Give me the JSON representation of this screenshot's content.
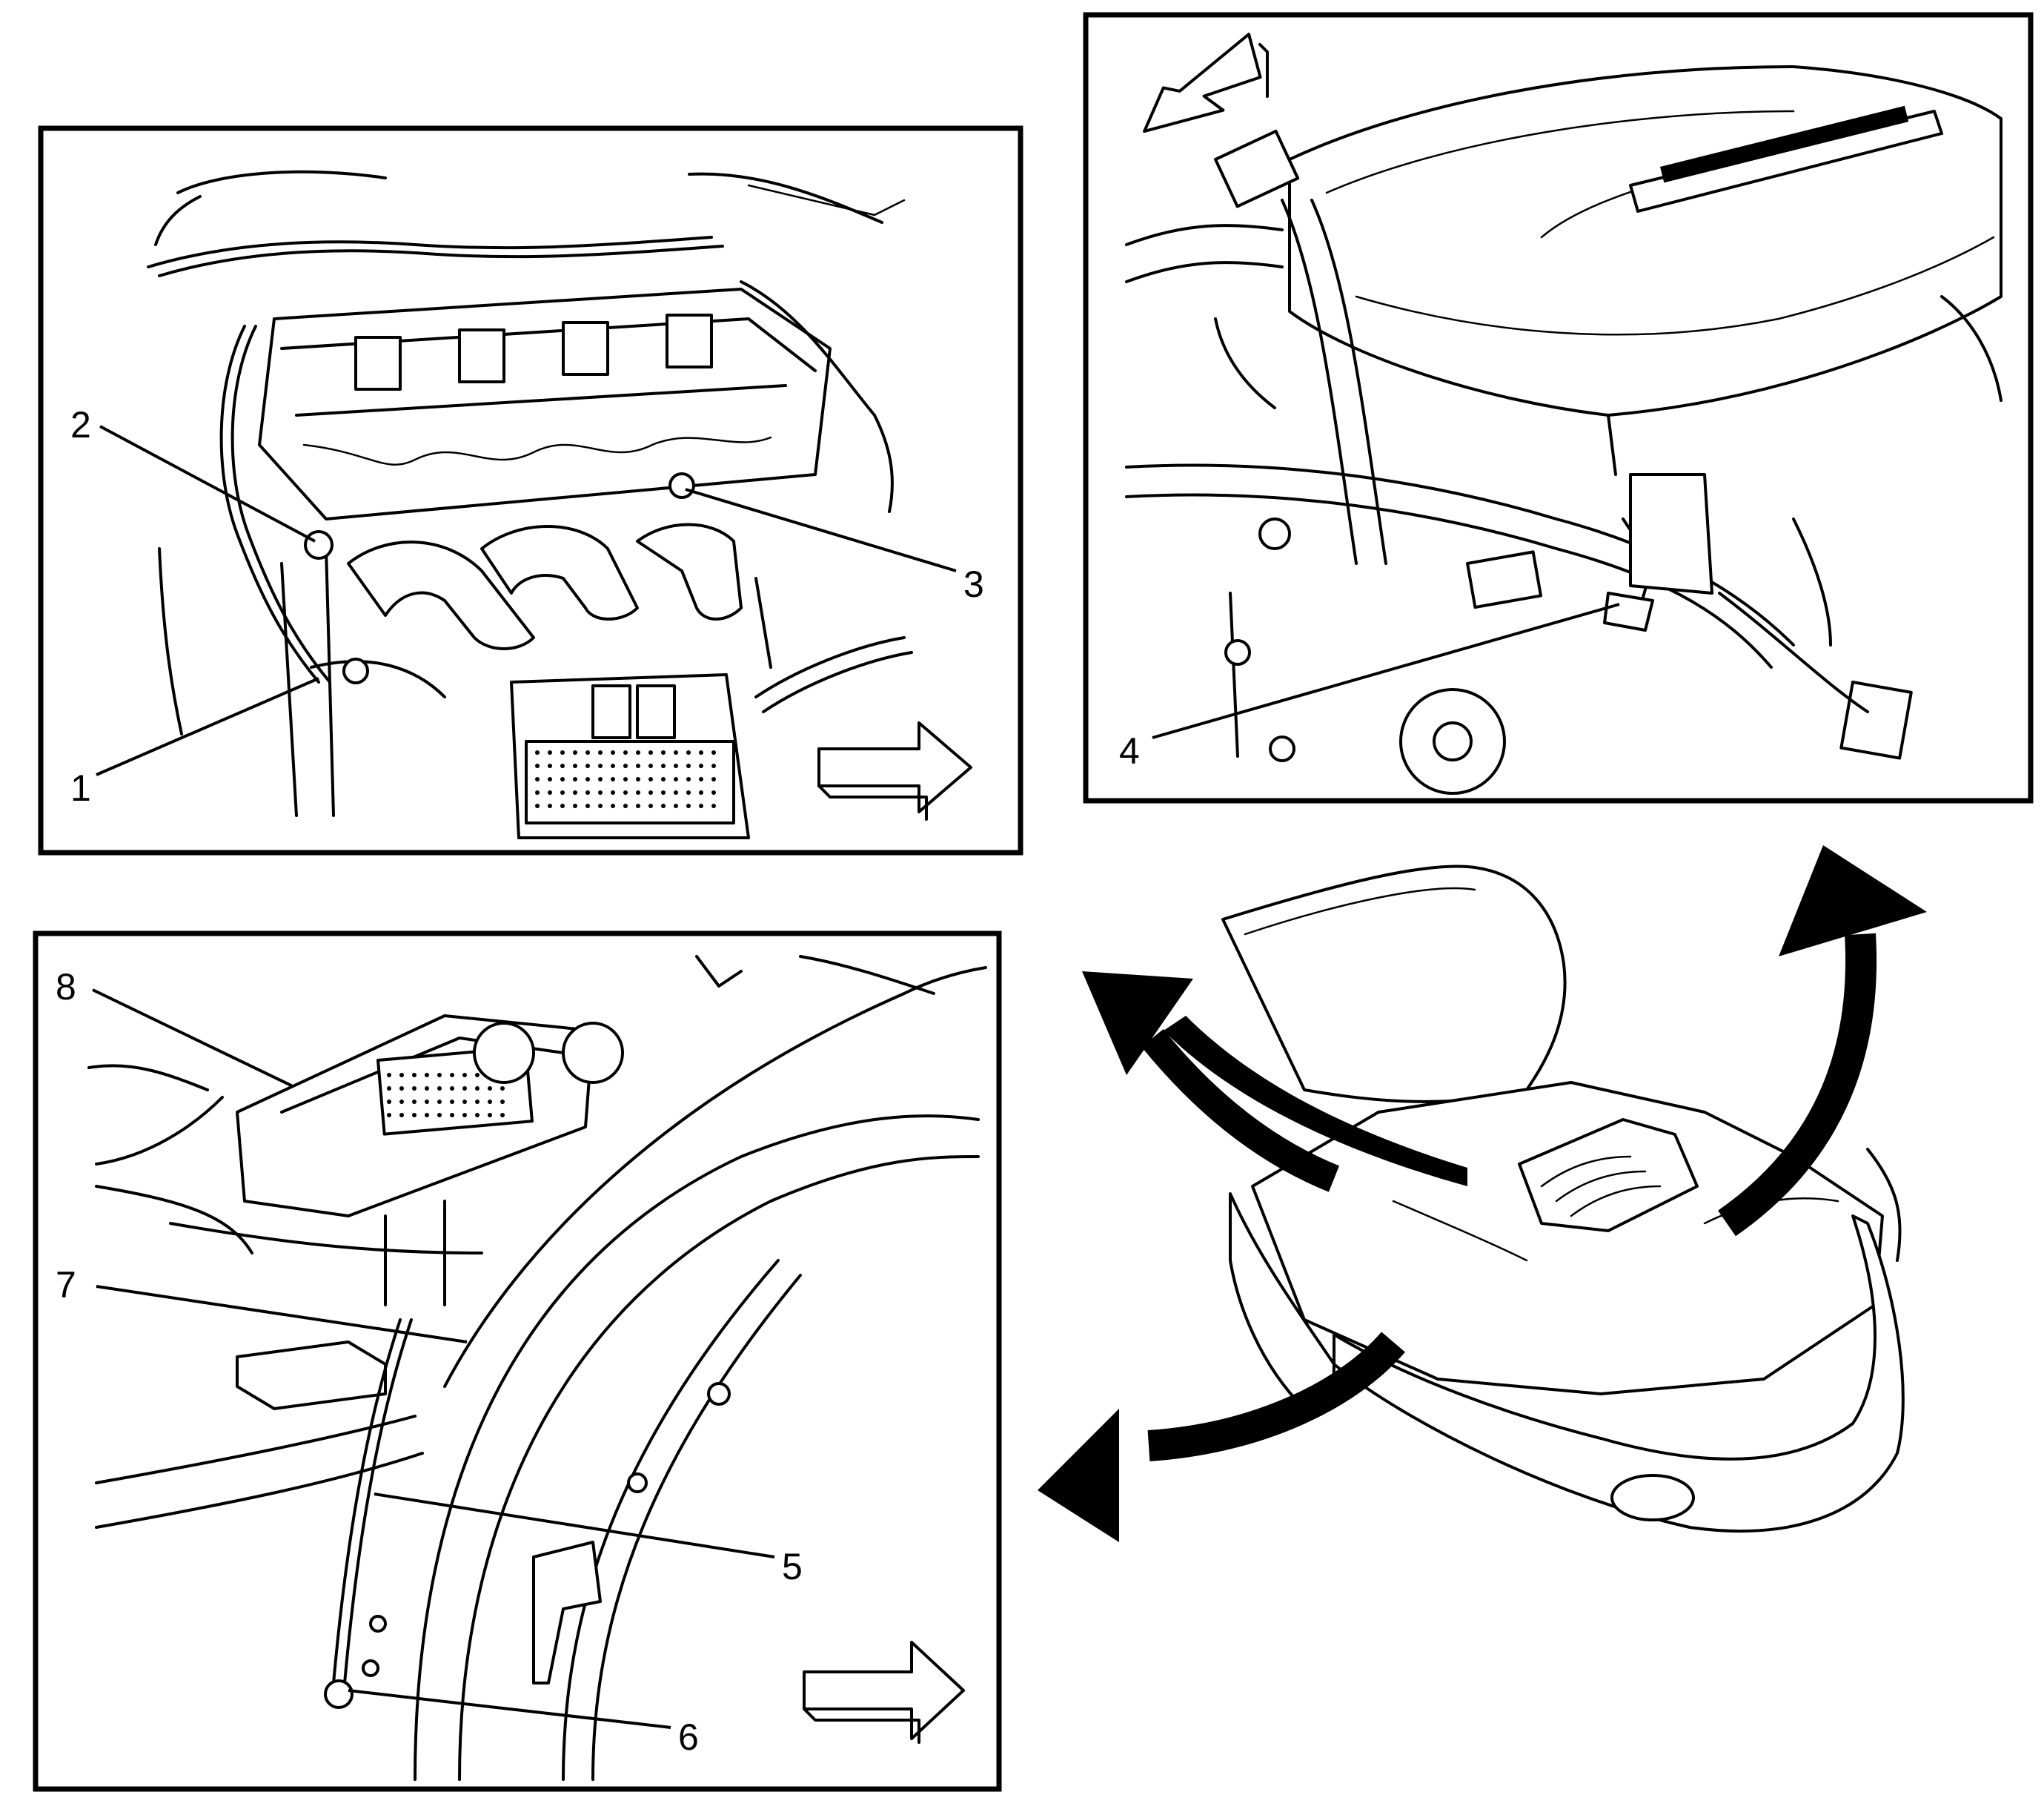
{
  "panels": {
    "top_left": {
      "callouts": [
        "1",
        "2",
        "3"
      ],
      "direction_arrow": "right-arrow-icon"
    },
    "top_right": {
      "callouts": [
        "4"
      ],
      "direction_arrow": "left-arrow-icon"
    },
    "bottom_left": {
      "callouts": [
        "5",
        "6",
        "7",
        "8"
      ],
      "direction_arrow": "right-arrow-icon"
    },
    "overview": {
      "arrows": [
        "upper-left-curved-arrow-icon",
        "upper-right-curved-arrow-icon",
        "lower-left-curved-arrow-icon"
      ]
    }
  },
  "colors": {
    "line": "#000000",
    "background": "#ffffff"
  }
}
